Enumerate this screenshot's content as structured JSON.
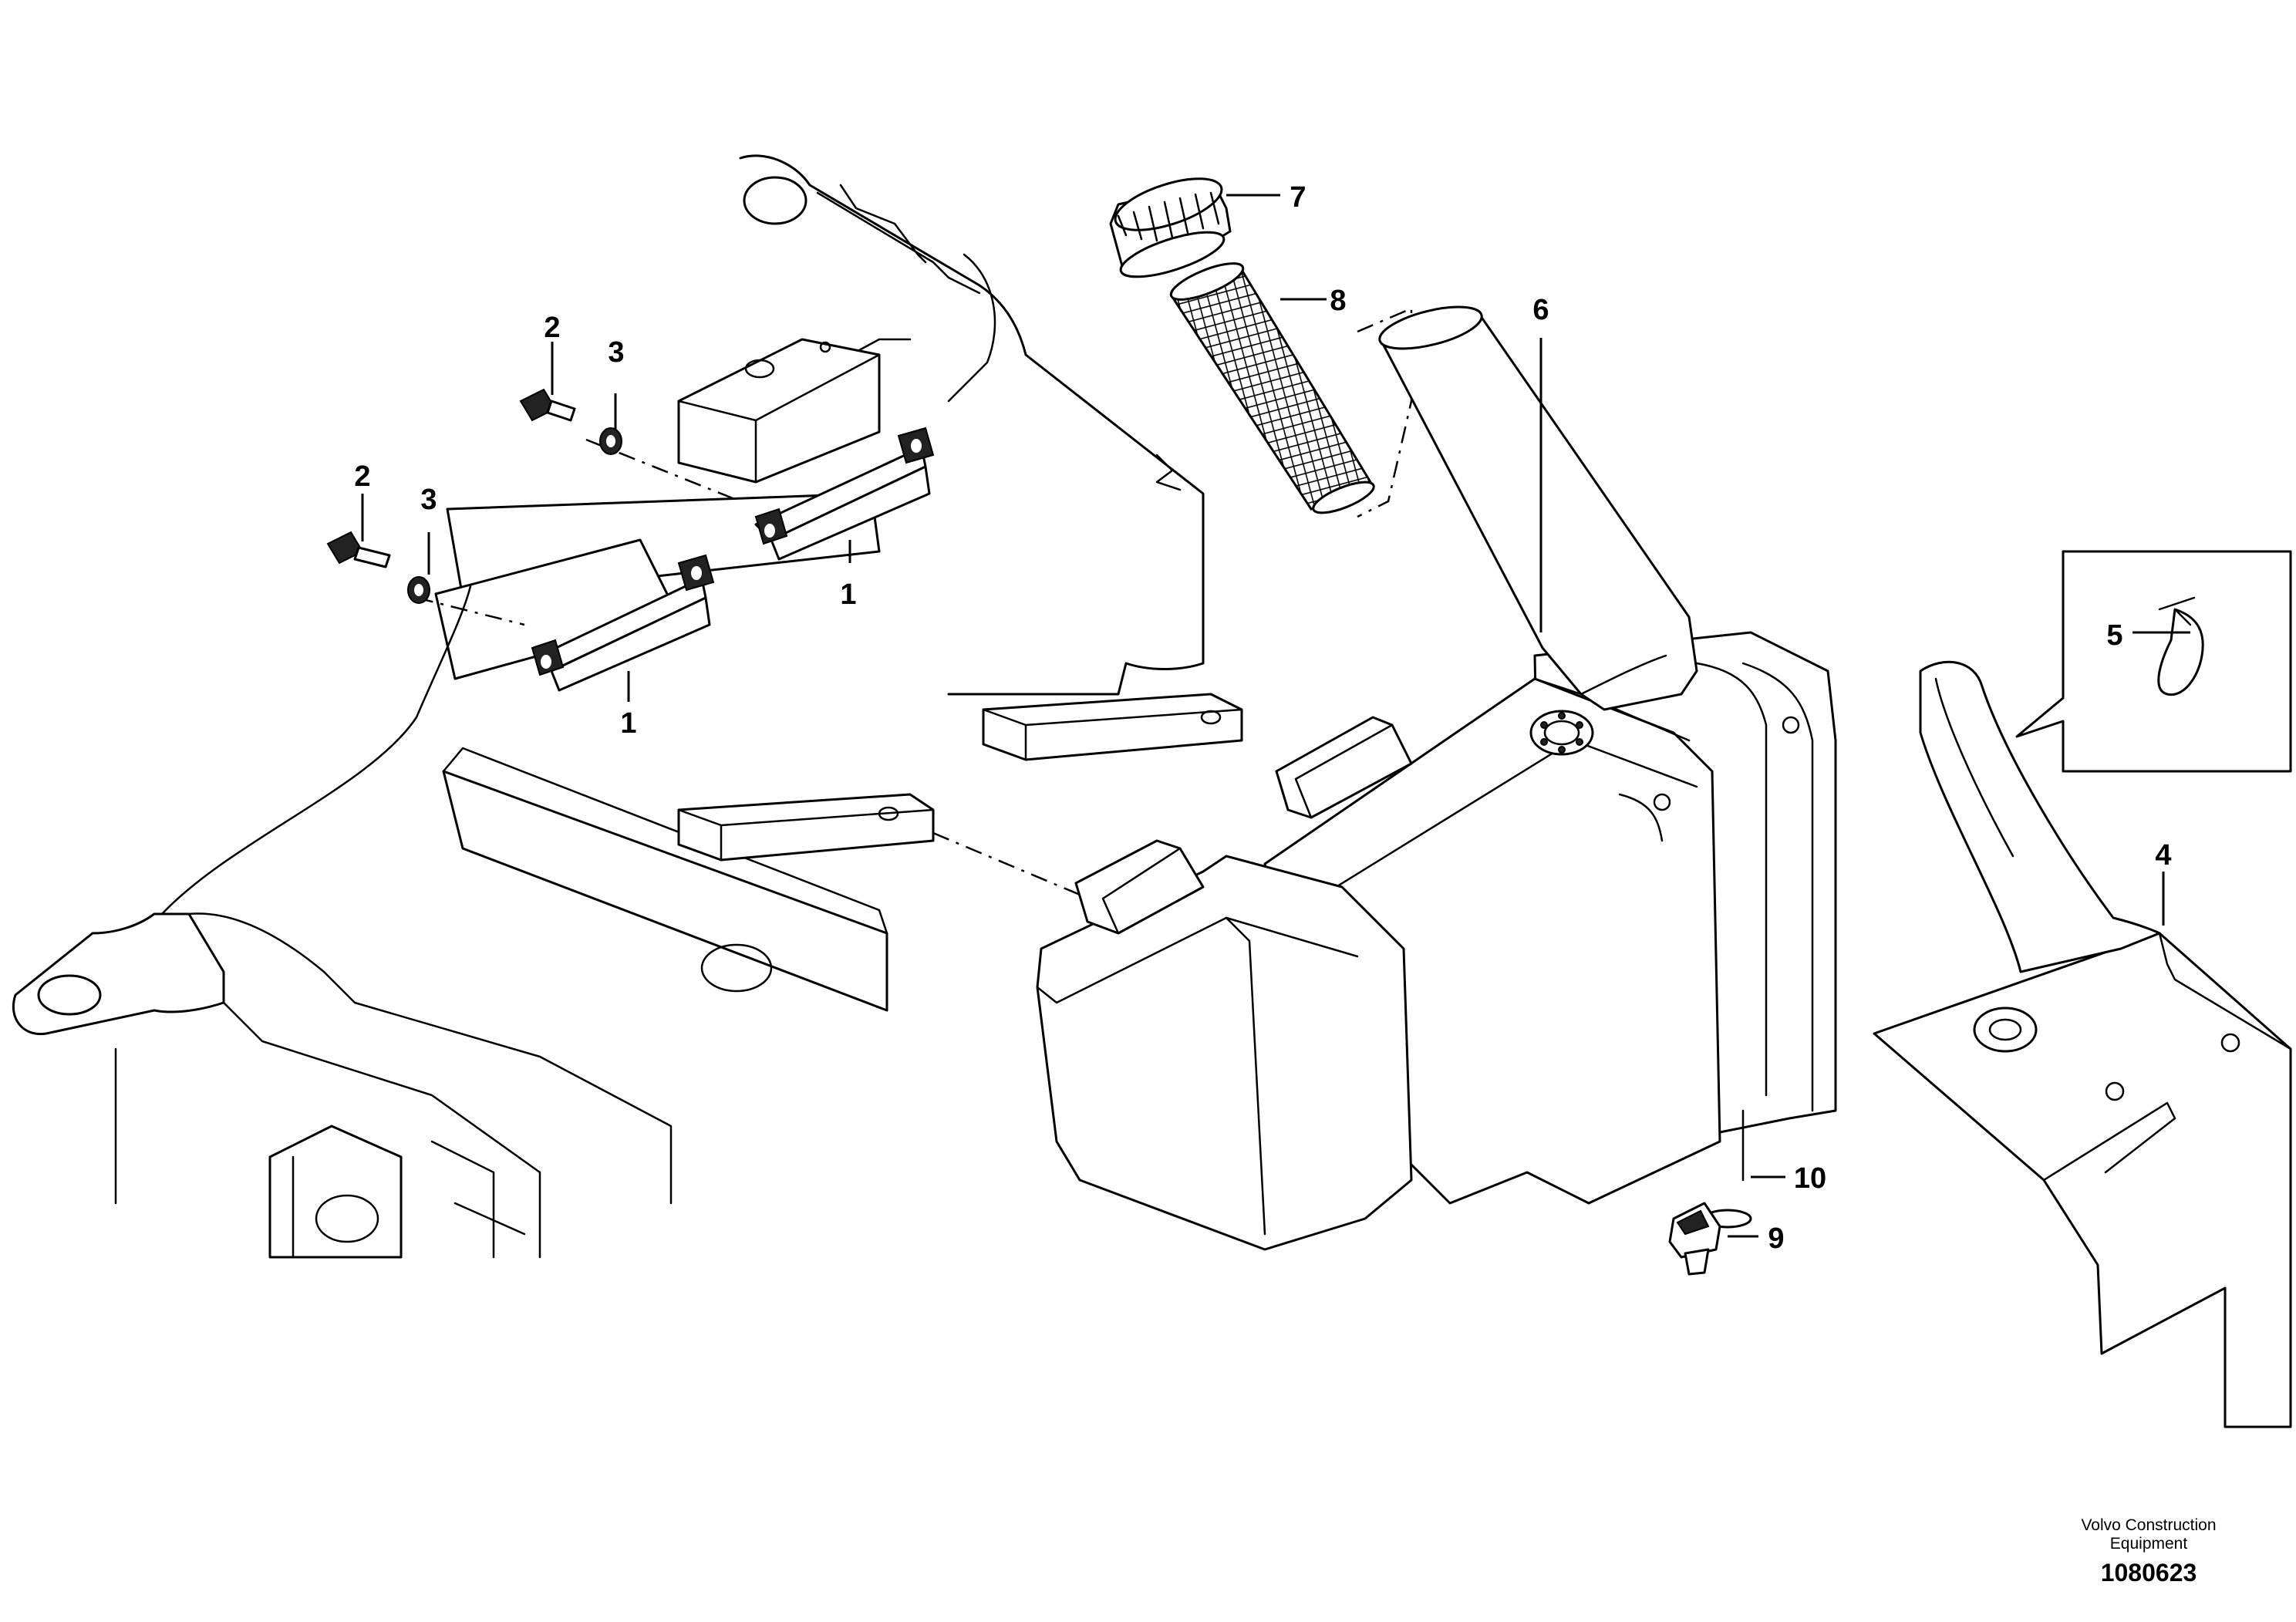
{
  "callouts": {
    "c1a": "1",
    "c1b": "1",
    "c2a": "2",
    "c2b": "2",
    "c3a": "3",
    "c3b": "3",
    "c4": "4",
    "c5": "5",
    "c6": "6",
    "c7": "7",
    "c8": "8",
    "c9": "9",
    "c10": "10"
  },
  "footer": {
    "publisher_line1": "Volvo Construction",
    "publisher_line2": "Equipment",
    "document_number": "1080623"
  }
}
